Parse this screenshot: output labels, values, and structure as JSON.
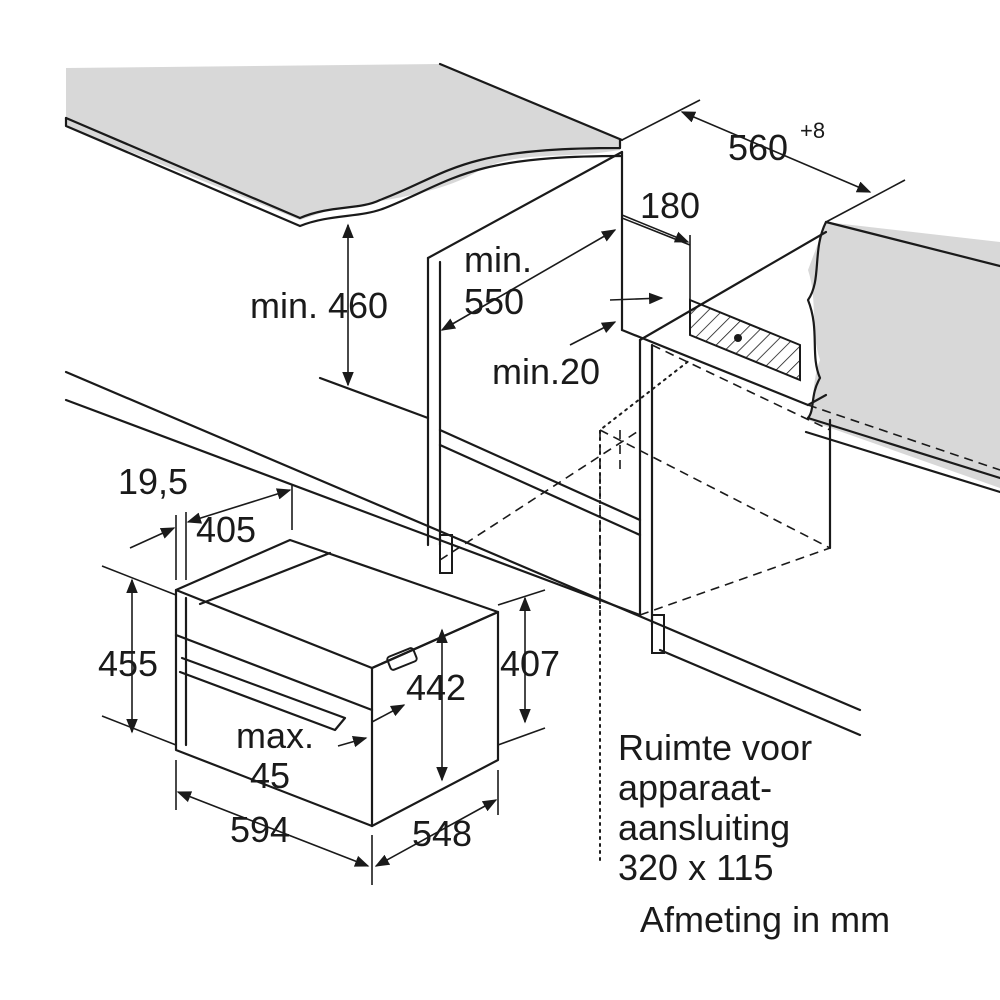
{
  "dimensions": {
    "cabinet_width": "560",
    "cabinet_width_tolerance": "+8",
    "depth_offset": "180",
    "min_height_label": "min. 460",
    "min_depth_label_1": "min.",
    "min_depth_label_2": "550",
    "min_gap_label": "min.20",
    "front_offset": "19,5",
    "handle_depth": "405",
    "overall_height": "455",
    "inner_height": "442",
    "side_height": "407",
    "max_label_1": "max.",
    "max_label_2": "45",
    "overall_width": "594",
    "overall_depth": "548"
  },
  "connection_note": {
    "line_1": "Ruimte voor",
    "line_2": "apparaat-",
    "line_3": "aansluiting",
    "line_4": "320 x 115"
  },
  "units_note": "Afmeting in mm",
  "colors": {
    "line": "#1a1a1a",
    "countertop": "#d8d8d8",
    "background": "#ffffff"
  }
}
